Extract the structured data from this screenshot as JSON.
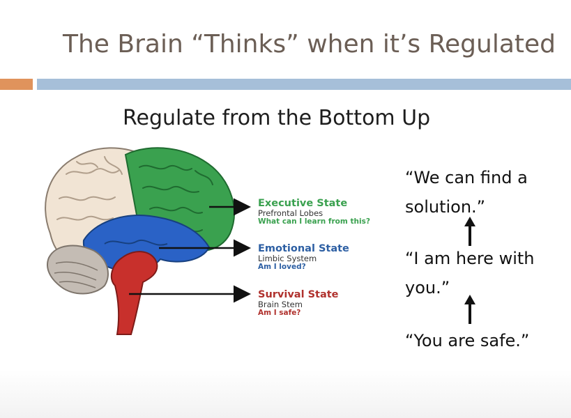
{
  "title": "The Brain “Thinks” when it’s Regulated",
  "subtitle": "Regulate from the Bottom Up",
  "states": [
    {
      "name": "Executive State",
      "part": "Prefrontal Lobes",
      "question": "What can I learn from this?",
      "color": "#3aa14f"
    },
    {
      "name": "Emotional State",
      "part": "Limbic System",
      "question": "Am I loved?",
      "color": "#2d5fa3"
    },
    {
      "name": "Survival State",
      "part": "Brain Stem",
      "question": "Am I safe?",
      "color": "#b0312d"
    }
  ],
  "quotes": {
    "top_line1": "“We can find a",
    "top_line2": "solution.”",
    "middle_line1": "“I am here with",
    "middle_line2": "you.”",
    "bottom": "“You are safe.”"
  },
  "colors": {
    "accent_orange": "#e0935c",
    "accent_blue": "#a6bfd9",
    "title_text": "#6b5e55",
    "cortex_beige": "#f1e4d4",
    "prefrontal_green": "#3aa14f",
    "limbic_blue": "#2a62c6",
    "brainstem_red": "#c8302c",
    "cerebellum_grey": "#c4bcb4"
  }
}
